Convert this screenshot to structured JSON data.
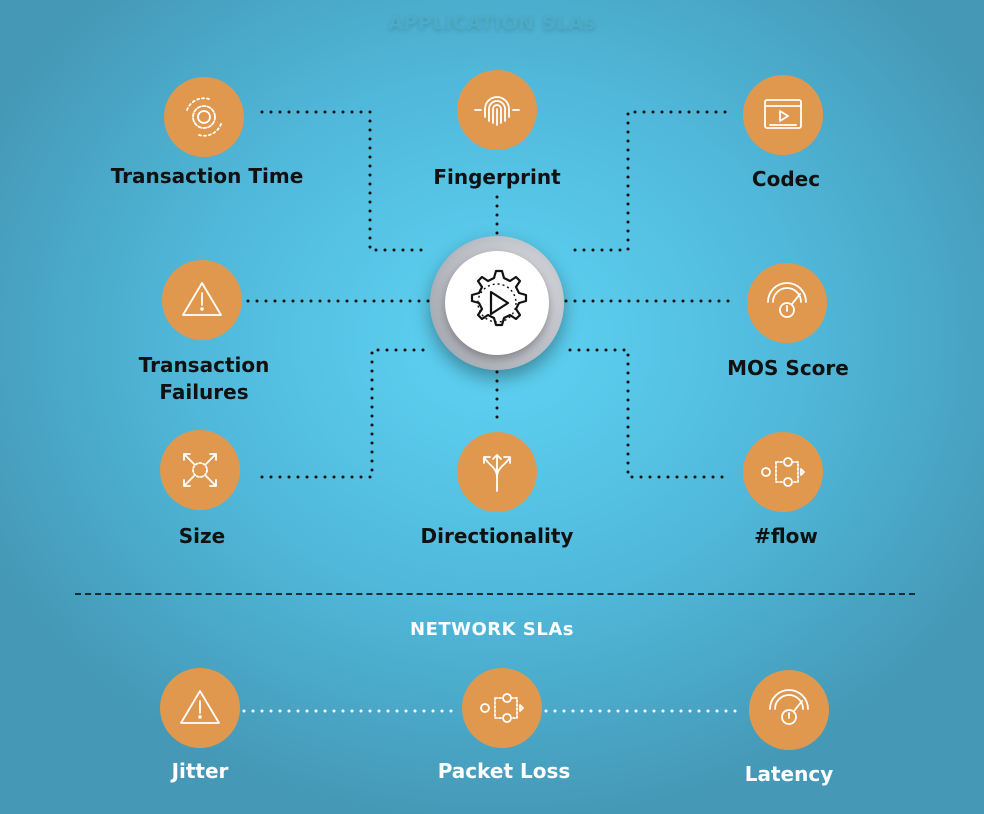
{
  "application_title": "APPLICATION SLAs",
  "network_title": "NETWORK SLAs",
  "center_icon": "gear-play-icon",
  "application_nodes": [
    {
      "label": "Transaction Time",
      "icon": "gear-cycle-icon"
    },
    {
      "label": "Fingerprint",
      "icon": "fingerprint-icon"
    },
    {
      "label": "Codec",
      "icon": "video-player-icon"
    },
    {
      "label": "Transaction Failures",
      "icon": "warning-triangle-icon"
    },
    {
      "label": "MOS Score",
      "icon": "gauge-alert-icon"
    },
    {
      "label": "Size",
      "icon": "expand-arrows-icon"
    },
    {
      "label": "Directionality",
      "icon": "split-arrows-icon"
    },
    {
      "label": "#flow",
      "icon": "flow-nodes-icon"
    }
  ],
  "network_nodes": [
    {
      "label": "Jitter",
      "icon": "warning-triangle-icon"
    },
    {
      "label": "Packet Loss",
      "icon": "flow-nodes-icon"
    },
    {
      "label": "Latency",
      "icon": "gauge-alert-icon"
    }
  ],
  "colors": {
    "node": "#e0984f",
    "background": "#50b8da",
    "connector": "#111111"
  }
}
